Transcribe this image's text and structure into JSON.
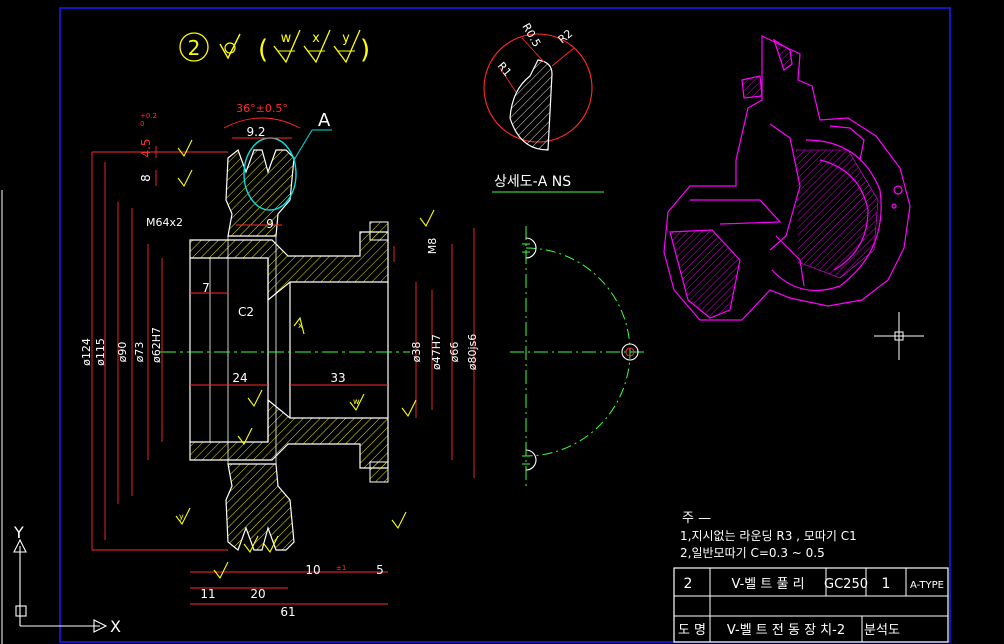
{
  "colors": {
    "background": "#000000",
    "outline": "#ffffff",
    "dimension": "#ff2a2a",
    "centerline": "#40ff40",
    "section": "#ffff00",
    "iso_view": "#ff00ff",
    "detail_circle": "#00e0e0"
  },
  "header": {
    "item_no": "2",
    "roughness_general": "√",
    "roughness_open": "(",
    "roughness_close": ")",
    "roughness_grades": [
      "w",
      "x",
      "y"
    ]
  },
  "detail_view": {
    "title": "상세도-A  NS",
    "callout": "A",
    "radii": [
      "R0.5",
      "R2",
      "R1"
    ]
  },
  "dimensions": {
    "groove_angle": "36°±0.5°",
    "groove_width": "9.2",
    "groove_depth": "4.5",
    "groove_depth_tol": "+0.2",
    "groove_depth_tol_lower": "0",
    "groove_pitch": "8",
    "rim_gap": "9",
    "thread": "M64x2",
    "chamfer": "C2",
    "offset_7": "7",
    "len_24": "24",
    "len_33": "33",
    "len_10": "10",
    "len_10_tol": "±1",
    "len_5": "5",
    "len_11": "11",
    "len_20": "20",
    "len_61": "61",
    "m8": "M8",
    "dia_124": "ø124",
    "dia_115": "ø115",
    "dia_90": "ø90",
    "dia_73": "ø73",
    "dia_62": "ø62H7",
    "dia_38": "ø38",
    "dia_47": "ø47H7",
    "dia_66": "ø66",
    "dia_80": "ø80js6"
  },
  "roughness_marks": {
    "w": "w",
    "x": "x",
    "y": "y"
  },
  "notes": {
    "heading": "주 —",
    "lines": [
      "1,지시없는 라운딩 R3 , 모따기 C1",
      "2,일반모따기 C=0.3 ~ 0.5"
    ]
  },
  "title_block": {
    "row1": [
      "2",
      "V-벨 트 풀 리",
      "GC250",
      "1",
      "A-TYPE"
    ],
    "row2_label": "도  명",
    "row2_name": "V-벨 트 전 동 장 치-2",
    "row2_type": "분석도"
  },
  "ucs": {
    "x_label": "X",
    "y_label": "Y"
  }
}
